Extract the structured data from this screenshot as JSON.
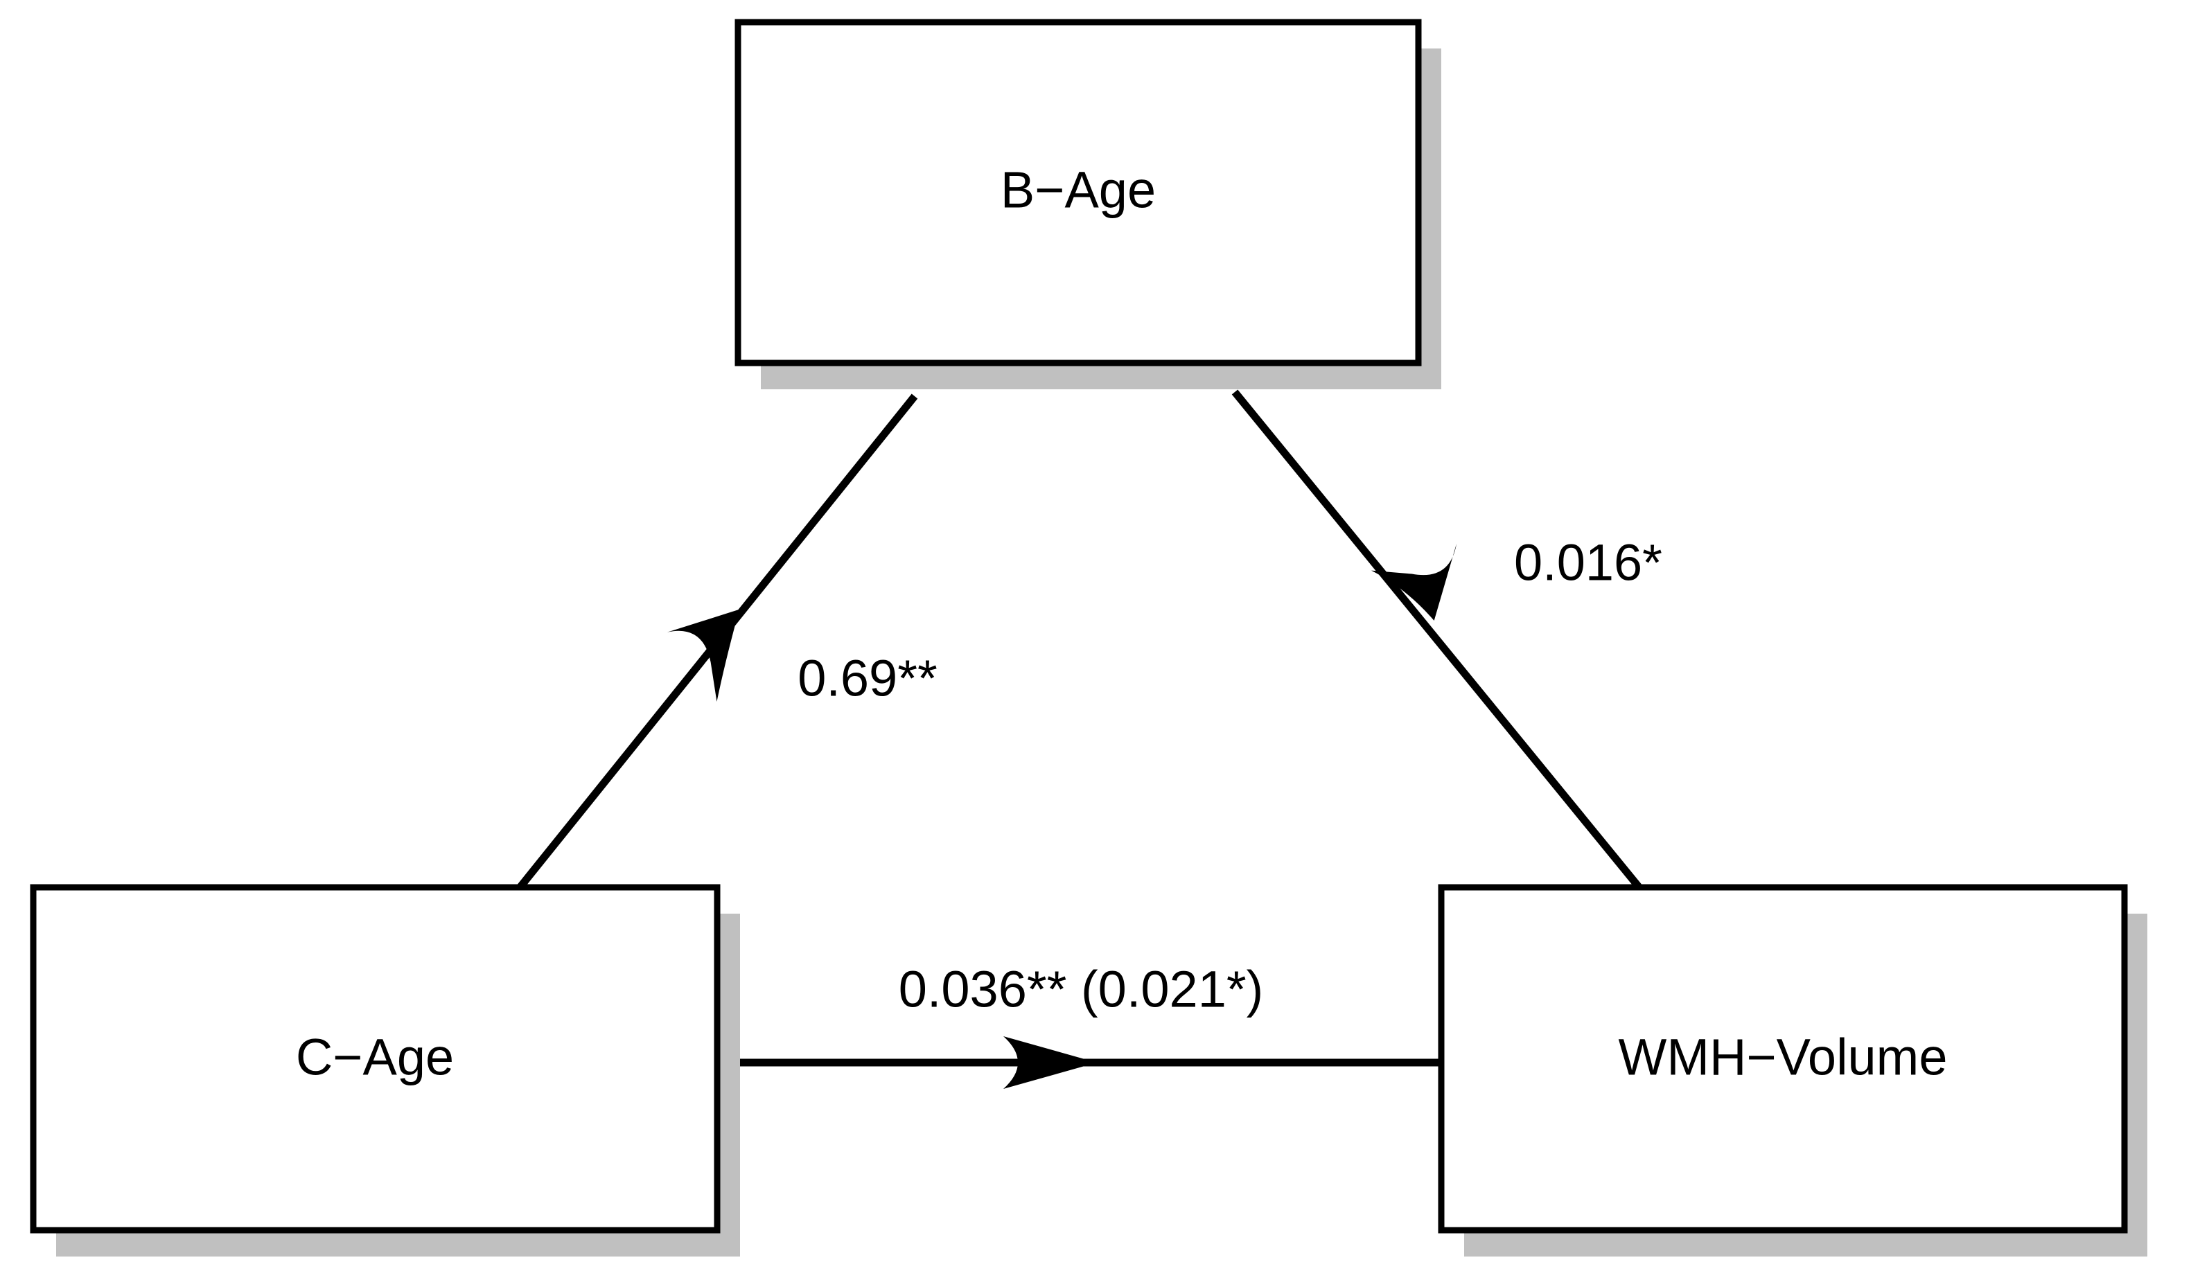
{
  "figure": {
    "type": "mediation-path-diagram",
    "background_color": "#ffffff",
    "line_color": "#000000",
    "shadow_color": "#c0c0c0"
  },
  "nodes": {
    "mediator": {
      "id": "b-age",
      "label": "B−Age"
    },
    "predictor": {
      "id": "c-age",
      "label": "C−Age"
    },
    "outcome": {
      "id": "wmh-volume",
      "label": "WMH−Volume"
    }
  },
  "edges": {
    "a_path": {
      "from": "C−Age",
      "to": "B−Age",
      "label": "0.69**"
    },
    "b_path": {
      "from": "B−Age",
      "to": "WMH−Volume",
      "label": "0.016*"
    },
    "c_path": {
      "from": "C−Age",
      "to": "WMH−Volume",
      "label": "0.036** (0.021*)"
    }
  },
  "chart_data": {
    "type": "diagram",
    "title": "",
    "nodes": [
      {
        "name": "B−Age",
        "role": "mediator",
        "position": "top-center"
      },
      {
        "name": "C−Age",
        "role": "predictor",
        "position": "bottom-left"
      },
      {
        "name": "WMH−Volume",
        "role": "outcome",
        "position": "bottom-right"
      }
    ],
    "edges": [
      {
        "source": "C−Age",
        "target": "B−Age",
        "coefficient": 0.69,
        "significance": "**",
        "label": "0.69**"
      },
      {
        "source": "B−Age",
        "target": "WMH−Volume",
        "coefficient": 0.016,
        "significance": "*",
        "label": "0.016*"
      },
      {
        "source": "C−Age",
        "target": "WMH−Volume",
        "coefficient": 0.036,
        "significance": "**",
        "coefficient_adjusted": 0.021,
        "significance_adjusted": "*",
        "label": "0.036** (0.021*)"
      }
    ]
  }
}
